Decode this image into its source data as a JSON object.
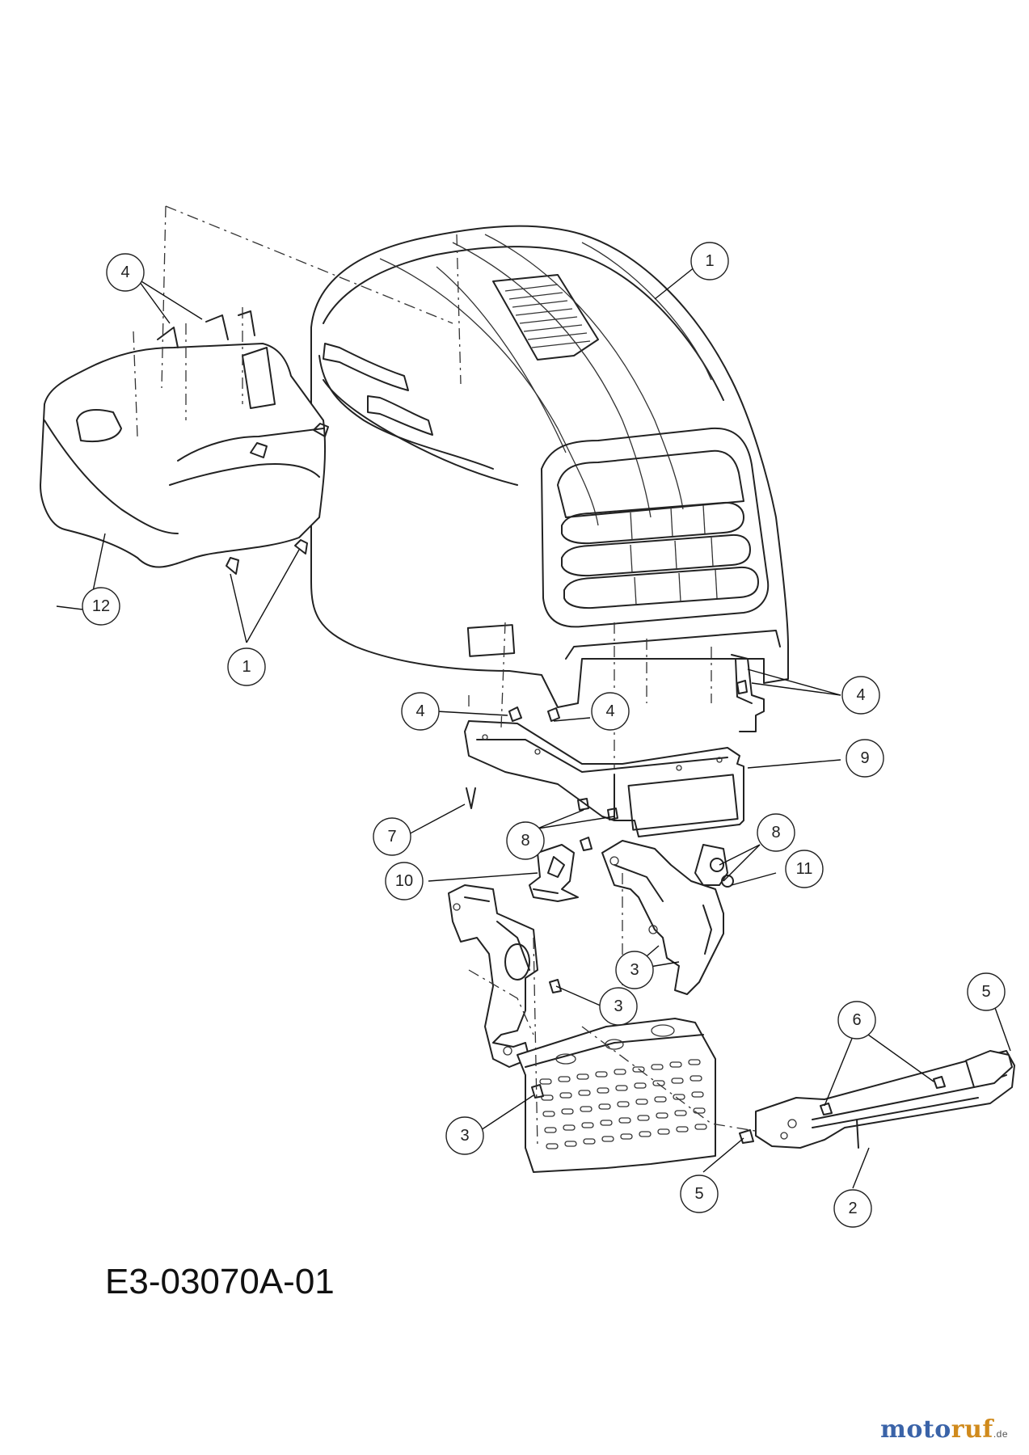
{
  "diagram": {
    "drawing_code": "E3-03070A-01",
    "callouts": [
      {
        "id": "c1-hood",
        "label": "1"
      },
      {
        "id": "c4-left-top",
        "label": "4"
      },
      {
        "id": "c12",
        "label": "12"
      },
      {
        "id": "c1-left",
        "label": "1"
      },
      {
        "id": "c4-right",
        "label": "4"
      },
      {
        "id": "c4-mid-a",
        "label": "4"
      },
      {
        "id": "c4-mid-b",
        "label": "4"
      },
      {
        "id": "c9",
        "label": "9"
      },
      {
        "id": "c7",
        "label": "7"
      },
      {
        "id": "c8-left",
        "label": "8"
      },
      {
        "id": "c8-right",
        "label": "8"
      },
      {
        "id": "c10",
        "label": "10"
      },
      {
        "id": "c11",
        "label": "11"
      },
      {
        "id": "c3-right",
        "label": "3"
      },
      {
        "id": "c3-mid",
        "label": "3"
      },
      {
        "id": "c3-bottom",
        "label": "3"
      },
      {
        "id": "c6",
        "label": "6"
      },
      {
        "id": "c5-top",
        "label": "5"
      },
      {
        "id": "c5-bottom",
        "label": "5"
      },
      {
        "id": "c2",
        "label": "2"
      }
    ]
  },
  "brand": {
    "name_part1": "moto",
    "name_part2": "ruf",
    "suffix": ".de",
    "color1": "#3a63a8",
    "color2": "#d08a1c"
  }
}
